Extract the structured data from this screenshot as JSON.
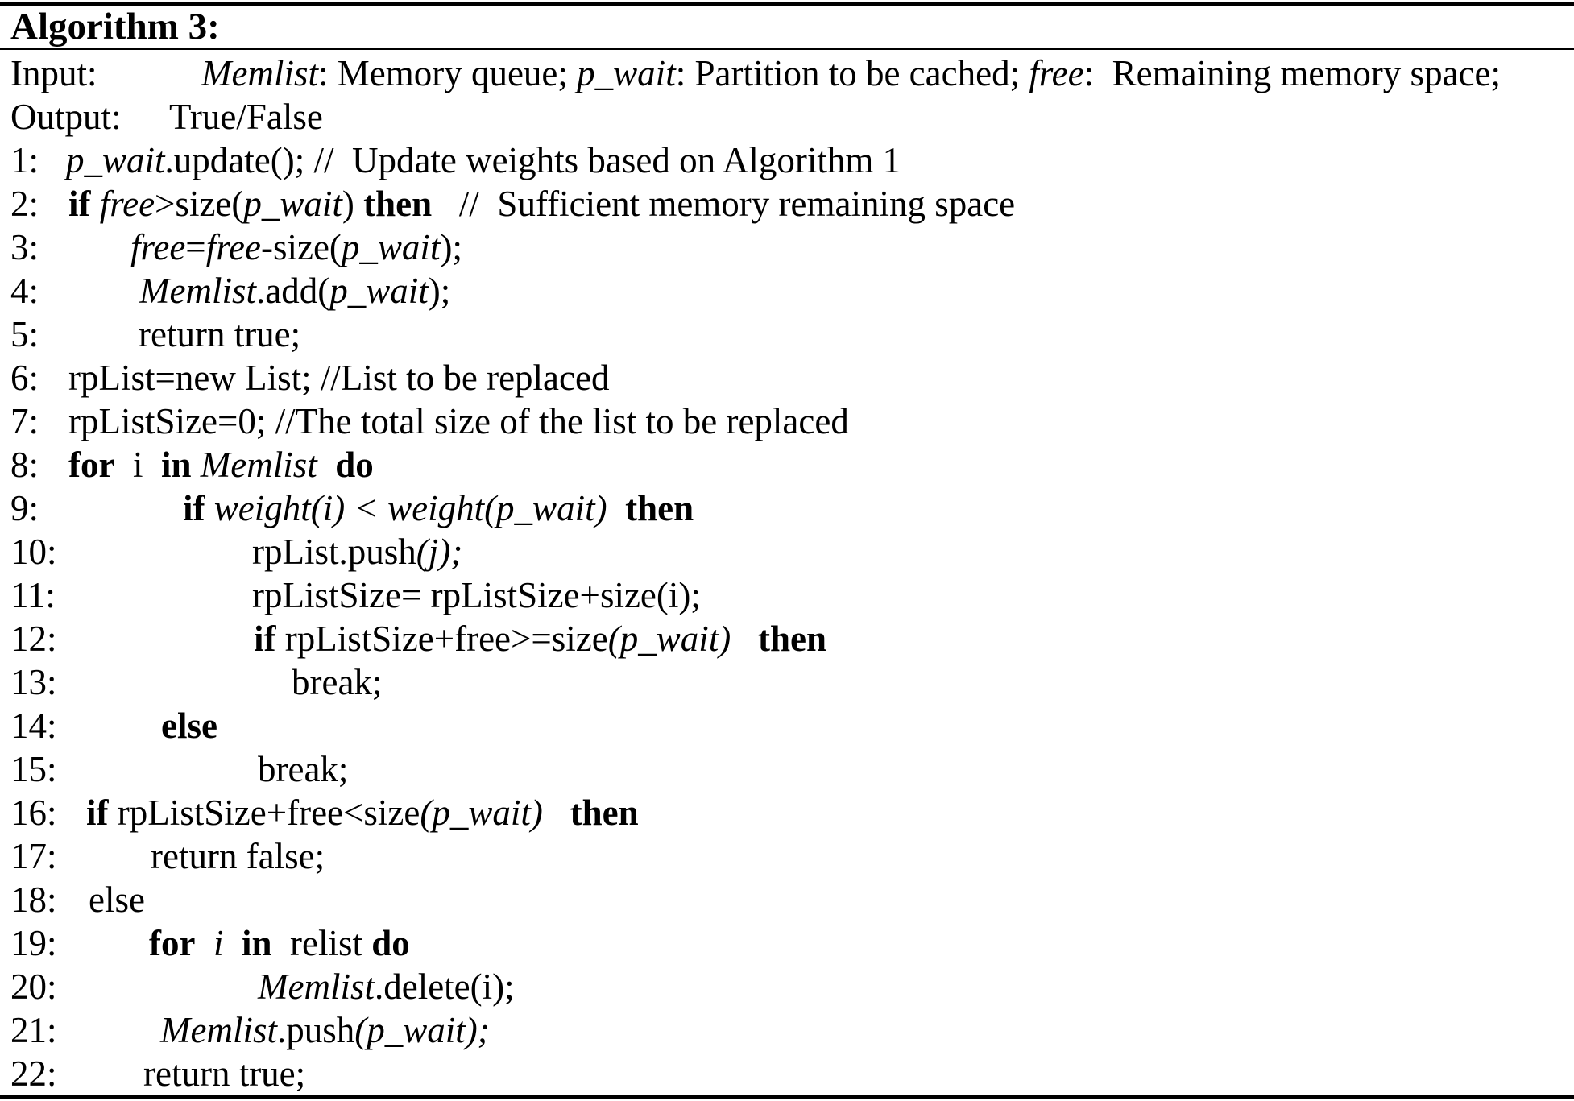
{
  "title": "Algorithm 3:",
  "colors": {
    "text": "#000000",
    "background": "#ffffff",
    "rule": "#000000"
  },
  "io_rows": [
    {
      "label": "Input:",
      "indent": 250,
      "parts": [
        {
          "style": "italic",
          "text": "Memlist"
        },
        {
          "style": "roman",
          "text": ": Memory queue; "
        },
        {
          "style": "italic",
          "text": "p_wait"
        },
        {
          "style": "roman",
          "text": ": Partition to be cached; "
        },
        {
          "style": "italic",
          "text": "free"
        },
        {
          "style": "roman",
          "text": ":  Remaining memory space;"
        }
      ]
    },
    {
      "label": "Output:",
      "indent": 210,
      "parts": [
        {
          "style": "roman",
          "text": "True/False"
        }
      ]
    }
  ],
  "code_lines": [
    {
      "num": "1:",
      "indent": 82,
      "parts": [
        {
          "style": "italic",
          "text": "p_wait"
        },
        {
          "style": "roman",
          "text": ".update(); //  Update weights based on Algorithm 1"
        }
      ]
    },
    {
      "num": "2:",
      "indent": 85,
      "parts": [
        {
          "style": "bold",
          "text": "if"
        },
        {
          "style": "roman",
          "text": " "
        },
        {
          "style": "italic",
          "text": "free"
        },
        {
          "style": "roman",
          "text": ">size("
        },
        {
          "style": "italic",
          "text": "p_wait"
        },
        {
          "style": "roman",
          "text": ") "
        },
        {
          "style": "bold",
          "text": "then"
        },
        {
          "style": "roman",
          "text": "   //  Sufficient memory remaining space"
        }
      ]
    },
    {
      "num": "3:",
      "indent": 162,
      "parts": [
        {
          "style": "italic",
          "text": "free"
        },
        {
          "style": "roman",
          "text": "="
        },
        {
          "style": "italic",
          "text": "free"
        },
        {
          "style": "roman",
          "text": "-size("
        },
        {
          "style": "italic",
          "text": "p_wait"
        },
        {
          "style": "roman",
          "text": ");"
        }
      ]
    },
    {
      "num": "4:",
      "indent": 173,
      "parts": [
        {
          "style": "italic",
          "text": "Memlist"
        },
        {
          "style": "roman",
          "text": ".add("
        },
        {
          "style": "italic",
          "text": "p_wait"
        },
        {
          "style": "roman",
          "text": ");"
        }
      ]
    },
    {
      "num": "5:",
      "indent": 172,
      "parts": [
        {
          "style": "roman",
          "text": "return true;"
        }
      ]
    },
    {
      "num": "6:",
      "indent": 85,
      "parts": [
        {
          "style": "roman",
          "text": "rpList=new List; //List to be replaced"
        }
      ]
    },
    {
      "num": "7:",
      "indent": 85,
      "parts": [
        {
          "style": "roman",
          "text": "rpListSize=0; //The total size of the list to be replaced"
        }
      ]
    },
    {
      "num": "8:",
      "indent": 85,
      "parts": [
        {
          "style": "bold",
          "text": "for"
        },
        {
          "style": "roman",
          "text": "  i  "
        },
        {
          "style": "bold",
          "text": "in"
        },
        {
          "style": "roman",
          "text": " "
        },
        {
          "style": "italic",
          "text": "Memlist"
        },
        {
          "style": "roman",
          "text": "  "
        },
        {
          "style": "bold",
          "text": "do"
        }
      ]
    },
    {
      "num": "9:",
      "indent": 227,
      "parts": [
        {
          "style": "bold",
          "text": "if"
        },
        {
          "style": "roman",
          "text": " "
        },
        {
          "style": "italic",
          "text": "weight(i) < weight(p_wait)"
        },
        {
          "style": "roman",
          "text": "  "
        },
        {
          "style": "bold",
          "text": "then"
        }
      ]
    },
    {
      "num": "10:",
      "indent": 313,
      "parts": [
        {
          "style": "roman",
          "text": "rpList.push"
        },
        {
          "style": "italic",
          "text": "(j);"
        }
      ]
    },
    {
      "num": "11:",
      "indent": 313,
      "parts": [
        {
          "style": "roman",
          "text": "rpListSize= rpListSize+size(i);"
        }
      ]
    },
    {
      "num": "12:",
      "indent": 315,
      "parts": [
        {
          "style": "bold",
          "text": "if"
        },
        {
          "style": "roman",
          "text": " rpListSize+free>=size"
        },
        {
          "style": "italic",
          "text": "(p_wait)"
        },
        {
          "style": "roman",
          "text": "   "
        },
        {
          "style": "bold",
          "text": "then"
        }
      ]
    },
    {
      "num": "13:",
      "indent": 362,
      "parts": [
        {
          "style": "roman",
          "text": "break;"
        }
      ]
    },
    {
      "num": "14:",
      "indent": 200,
      "parts": [
        {
          "style": "bold",
          "text": "else"
        }
      ]
    },
    {
      "num": "15:",
      "indent": 320,
      "parts": [
        {
          "style": "roman",
          "text": "break;"
        }
      ]
    },
    {
      "num": "16:",
      "indent": 107,
      "parts": [
        {
          "style": "bold",
          "text": "if"
        },
        {
          "style": "roman",
          "text": " rpListSize+free<size"
        },
        {
          "style": "italic",
          "text": "(p_wait)"
        },
        {
          "style": "roman",
          "text": "   "
        },
        {
          "style": "bold",
          "text": "then"
        }
      ]
    },
    {
      "num": "17:",
      "indent": 187,
      "parts": [
        {
          "style": "roman",
          "text": "return false;"
        }
      ]
    },
    {
      "num": "18:",
      "indent": 110,
      "parts": [
        {
          "style": "roman",
          "text": "else"
        }
      ]
    },
    {
      "num": "19:",
      "indent": 185,
      "parts": [
        {
          "style": "bold",
          "text": "for"
        },
        {
          "style": "roman",
          "text": "  "
        },
        {
          "style": "italic",
          "text": "i"
        },
        {
          "style": "roman",
          "text": "  "
        },
        {
          "style": "bold",
          "text": "in"
        },
        {
          "style": "roman",
          "text": "  relist "
        },
        {
          "style": "bold",
          "text": "do"
        }
      ]
    },
    {
      "num": "20:",
      "indent": 320,
      "parts": [
        {
          "style": "italic",
          "text": "Memlist"
        },
        {
          "style": "roman",
          "text": ".delete(i);"
        }
      ]
    },
    {
      "num": "21:",
      "indent": 199,
      "parts": [
        {
          "style": "italic",
          "text": "Memlist"
        },
        {
          "style": "roman",
          "text": ".push"
        },
        {
          "style": "italic",
          "text": "(p_wait);"
        }
      ]
    },
    {
      "num": "22:",
      "indent": 178,
      "parts": [
        {
          "style": "roman",
          "text": "return true;"
        }
      ]
    }
  ]
}
